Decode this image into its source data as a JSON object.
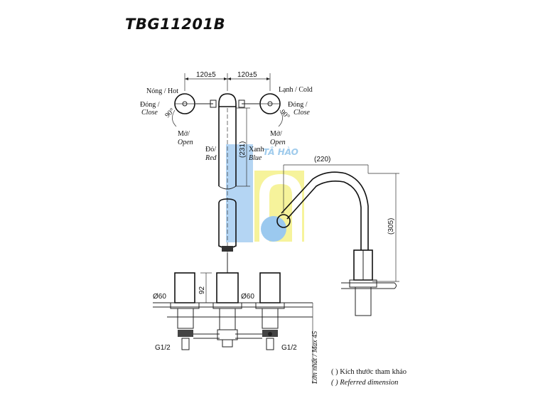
{
  "title": "TBG11201B",
  "labels": {
    "hot": "Nóng / Hot",
    "cold": "Lạnh / Cold",
    "close_left_1": "Đóng /",
    "close_left_2": "Close",
    "close_right_1": "Đóng /",
    "close_right_2": "Close",
    "angle_left": "90°",
    "angle_right": "90°",
    "open_left_1": "Mở/",
    "open_left_2": "Open",
    "open_right_1": "Mở/",
    "open_right_2": "Open",
    "red_1": "Đỏ/",
    "red_2": "Red",
    "blue_1": "Xanh",
    "blue_2": "Blue"
  },
  "dimensions": {
    "spacing_left": "120±5",
    "spacing_right": "120±5",
    "height_231": "(231)",
    "reach_220": "(220)",
    "height_305": "(305)",
    "dia_left": "Ø60",
    "dia_center": "Ø60",
    "height_92": "92",
    "thread_left": "G1/2",
    "thread_right": "G1/2",
    "max_thickness": "Lớn nhất / Max 45"
  },
  "watermark": "TÂ HÀO",
  "notes": {
    "reference_vi": "( ) Kích thước tham khảo",
    "reference_en": "( ) Referred dimension"
  }
}
